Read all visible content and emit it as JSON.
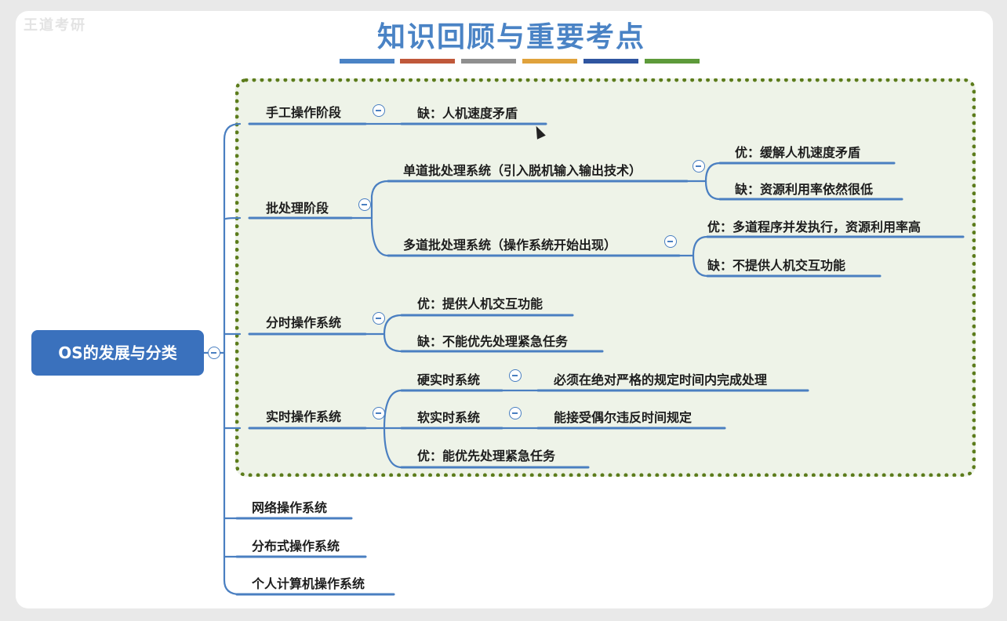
{
  "header": {
    "logo_text": "王道考研",
    "title": "知识回顾与重要考点",
    "stripe_colors": [
      "#4a83c5",
      "#c0583a",
      "#8f8f8f",
      "#e0a23c",
      "#2f55a0",
      "#5d9a3a"
    ]
  },
  "root": {
    "label": "OS的发展与分类"
  },
  "branches": {
    "manual": {
      "label": "手工操作阶段",
      "items": [
        {
          "label": "缺：人机速度矛盾"
        }
      ]
    },
    "batch": {
      "label": "批处理阶段",
      "single": {
        "label": "单道批处理系统（引入脱机输入输出技术）",
        "pro": "优：缓解人机速度矛盾",
        "con": "缺：资源利用率依然很低"
      },
      "multi": {
        "label": "多道批处理系统（操作系统开始出现）",
        "pro": "优：多道程序并发执行，资源利用率高",
        "con": "缺：不提供人机交互功能"
      }
    },
    "timesharing": {
      "label": "分时操作系统",
      "pro": "优：提供人机交互功能",
      "con": "缺：不能优先处理紧急任务"
    },
    "realtime": {
      "label": "实时操作系统",
      "hard": {
        "label": "硬实时系统",
        "desc": "必须在绝对严格的规定时间内完成处理"
      },
      "soft": {
        "label": "软实时系统",
        "desc": "能接受偶尔违反时间规定"
      },
      "pro": "优：能优先处理紧急任务"
    },
    "network": {
      "label": "网络操作系统"
    },
    "distributed": {
      "label": "分布式操作系统"
    },
    "personal": {
      "label": "个人计算机操作系统"
    }
  },
  "colors": {
    "line": "#4a7fc1",
    "root_bg": "#3a71bd",
    "highlight_border": "#5c7c1c",
    "highlight_bg": "#eef3e8"
  }
}
